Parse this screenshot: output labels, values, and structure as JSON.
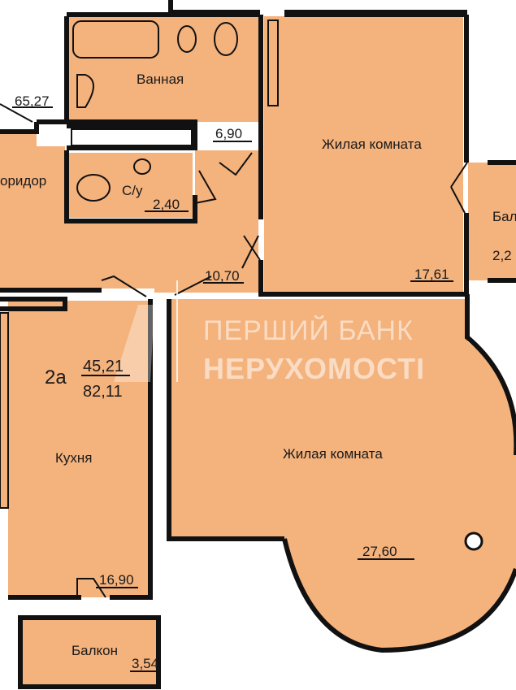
{
  "plan": {
    "apartment_type": "2а",
    "living_area": "45,21",
    "total_area": "82,11",
    "adjacent_area": "65,27",
    "rooms": [
      {
        "name": "Ванная",
        "area": "6,90"
      },
      {
        "name": "С/у",
        "area": "2,40"
      },
      {
        "name": "оридор",
        "area": "10,70"
      },
      {
        "name": "Жилая комната",
        "area": "17,61"
      },
      {
        "name": "Бал",
        "area": "2,2"
      },
      {
        "name": "Кухня",
        "area": "16,90"
      },
      {
        "name": "Жилая комната",
        "area": "27,60"
      },
      {
        "name": "Балкон",
        "area": "3,54"
      }
    ]
  },
  "watermark": {
    "line1": "ПЕРШИЙ БАНК",
    "line2": "НЕРУХОМОСТІ"
  },
  "colors": {
    "room_fill": "#f4b27c",
    "wall": "#111111"
  }
}
